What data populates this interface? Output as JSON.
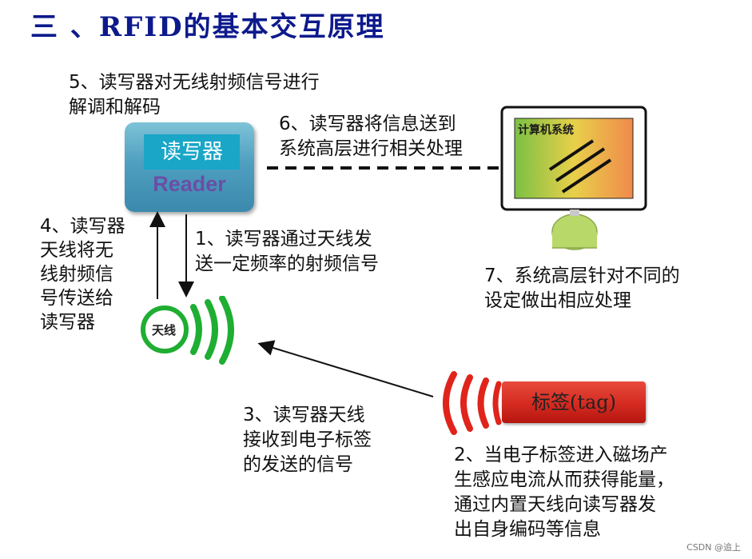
{
  "title": "三 、RFID的基本交互原理",
  "reader": {
    "label_cn": "读写器",
    "label_en": "Reader"
  },
  "computer": {
    "label": "计算机系统"
  },
  "antenna": {
    "label": "天线"
  },
  "tag": {
    "label": "标签(tag)"
  },
  "steps": {
    "step1": [
      "1、读写器通过天线发",
      "送一定频率的射频信号"
    ],
    "step2": [
      "2、当电子标签进入磁场产",
      "生感应电流从而获得能量，",
      "通过内置天线向读写器发",
      "出自身编码等信息"
    ],
    "step3": [
      "3、读写器天线",
      "接收到电子标签",
      "的发送的信号"
    ],
    "step4": [
      "4、读写器",
      "天线将无",
      "线射频信",
      "号传送给",
      "读写器"
    ],
    "step5": [
      "5、读写器对无线射频信号进行",
      "解调和解码"
    ],
    "step6": [
      "6、读写器将信息送到",
      "系统高层进行相关处理"
    ],
    "step7": [
      "7、系统高层针对不同的",
      "设定做出相应处理"
    ]
  },
  "watermark": "CSDN @追上",
  "colors": {
    "title": "#0d1a8c",
    "reader_top": "#7ec3d8",
    "reader_label_bg": "#19a6c7",
    "reader_en": "#6a4fa6",
    "waves_green": "#1fae32",
    "waves_red": "#e0241b",
    "tag_red": "#d42a20",
    "monitor_screen": "#7bc043",
    "monitor_base": "#b9d86a"
  }
}
